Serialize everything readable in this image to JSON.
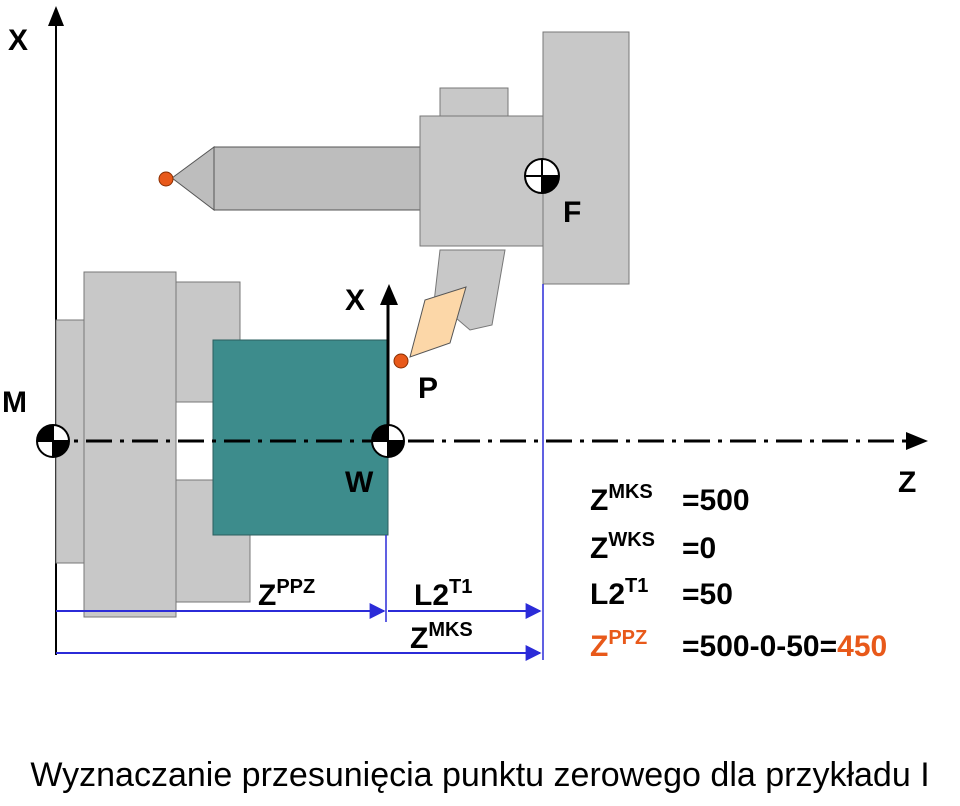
{
  "axes": {
    "x_top": "X",
    "z_axis": "Z",
    "x_workpiece": "X"
  },
  "points": {
    "machine_zero": "M",
    "tool_carrier": "F",
    "tool_point": "P",
    "workpiece_zero": "W"
  },
  "dimensions": {
    "zppz": {
      "base": "Z",
      "sup": "PPZ"
    },
    "l2t1": {
      "base": "L2",
      "sup": "T1"
    },
    "zmks": {
      "base": "Z",
      "sup": "MKS"
    }
  },
  "formulas": [
    {
      "base": "Z",
      "sup": "MKS",
      "value": "=500"
    },
    {
      "base": "Z",
      "sup": "WKS",
      "value": "=0"
    },
    {
      "base": "L2",
      "sup": "T1",
      "value": "=50"
    },
    {
      "base": "Z",
      "sup": "PPZ",
      "value": "=500-0-50=",
      "result": "450"
    }
  ],
  "caption": "Wyznaczanie przesunięcia punktu zerowego dla przykładu I",
  "colors": {
    "highlight": "#e8591a",
    "workpiece": "#3d8c8c",
    "dimension_line": "#2b2bd8",
    "machine_gray": "#c8c8c8",
    "insert": "#fcd7a8"
  }
}
